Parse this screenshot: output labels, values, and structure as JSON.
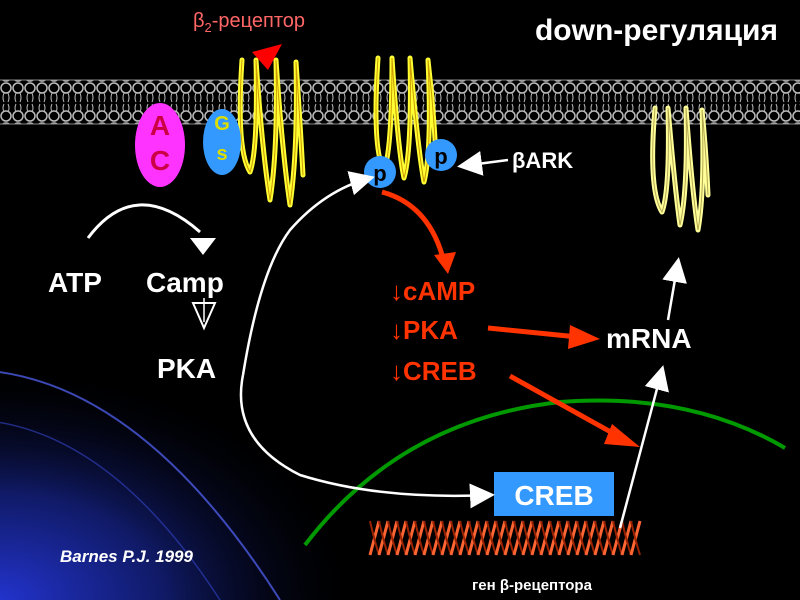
{
  "title": "down-регуляция",
  "receptor_label": {
    "main": "β",
    "sub": "2",
    "rest": "-рецептор"
  },
  "ac": {
    "line1": "A",
    "line2": "C"
  },
  "gs": {
    "line1": "G",
    "line2": "s"
  },
  "p_labels": [
    "p",
    "p"
  ],
  "bark": "βARK",
  "atp": "ATP",
  "camp": "Camp",
  "pka_left": "PKA",
  "down_list": [
    "↓cAMP",
    "↓PKA",
    "↓CREB"
  ],
  "mrna": "mRNA",
  "creb_box": "CREB",
  "gene_label": "ген β-рецептора",
  "citation": "Barnes P.J. 1999",
  "colors": {
    "title": "#ffffff",
    "receptor_label": "#ff6666",
    "receptor_active": "#ffff33",
    "receptor_recovered": "#ffff99",
    "ac": "#ff33ff",
    "gs": "#3399ff",
    "p": "#3399ff",
    "down": "#ff3300",
    "creb_box": "#3399ff",
    "gene": "#ff6633",
    "chromatin": "#009900"
  }
}
